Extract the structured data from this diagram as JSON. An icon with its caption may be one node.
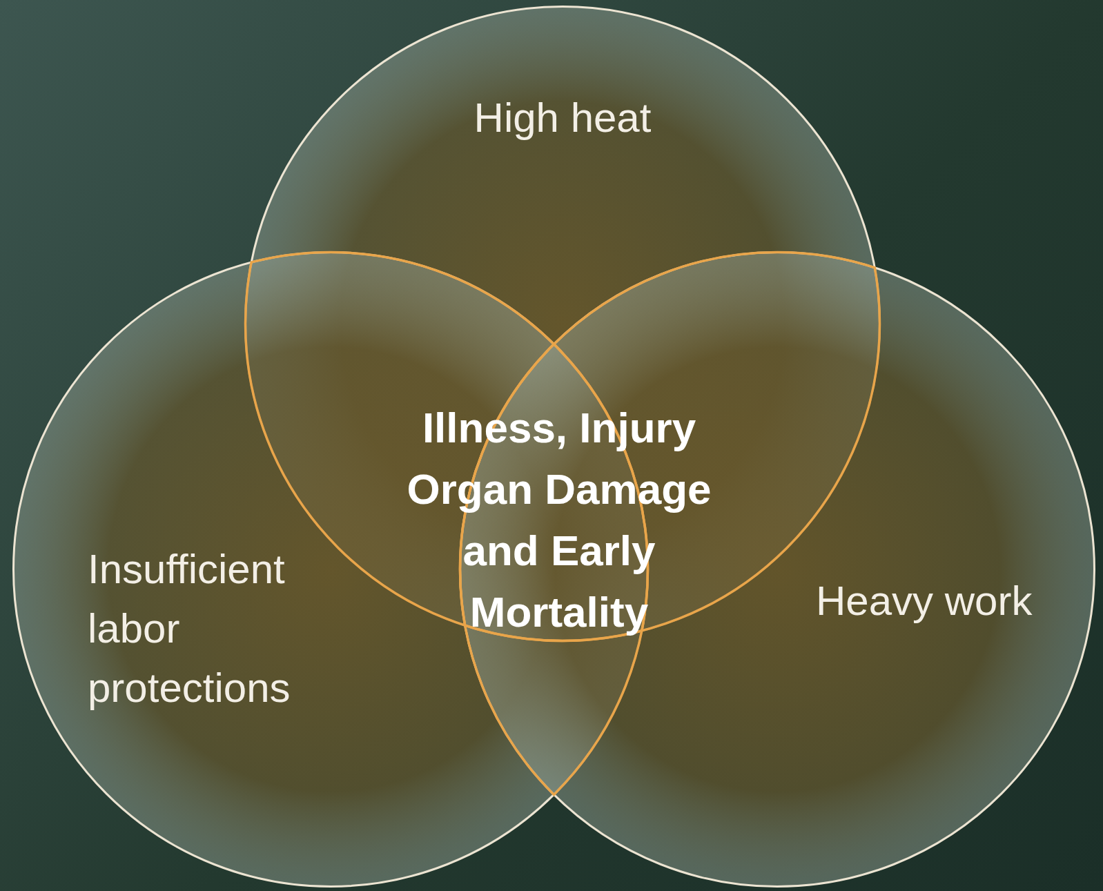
{
  "diagram": {
    "nodes": [
      {
        "text": [
          "High heat"
        ]
      },
      {
        "text": [
          "Insufficient labor protections"
        ]
      },
      {
        "text": [
          "Heavy work"
        ]
      }
    ],
    "labels": [
      "Illness, Injury Organ Damage and Early Mortality"
    ]
  }
}
